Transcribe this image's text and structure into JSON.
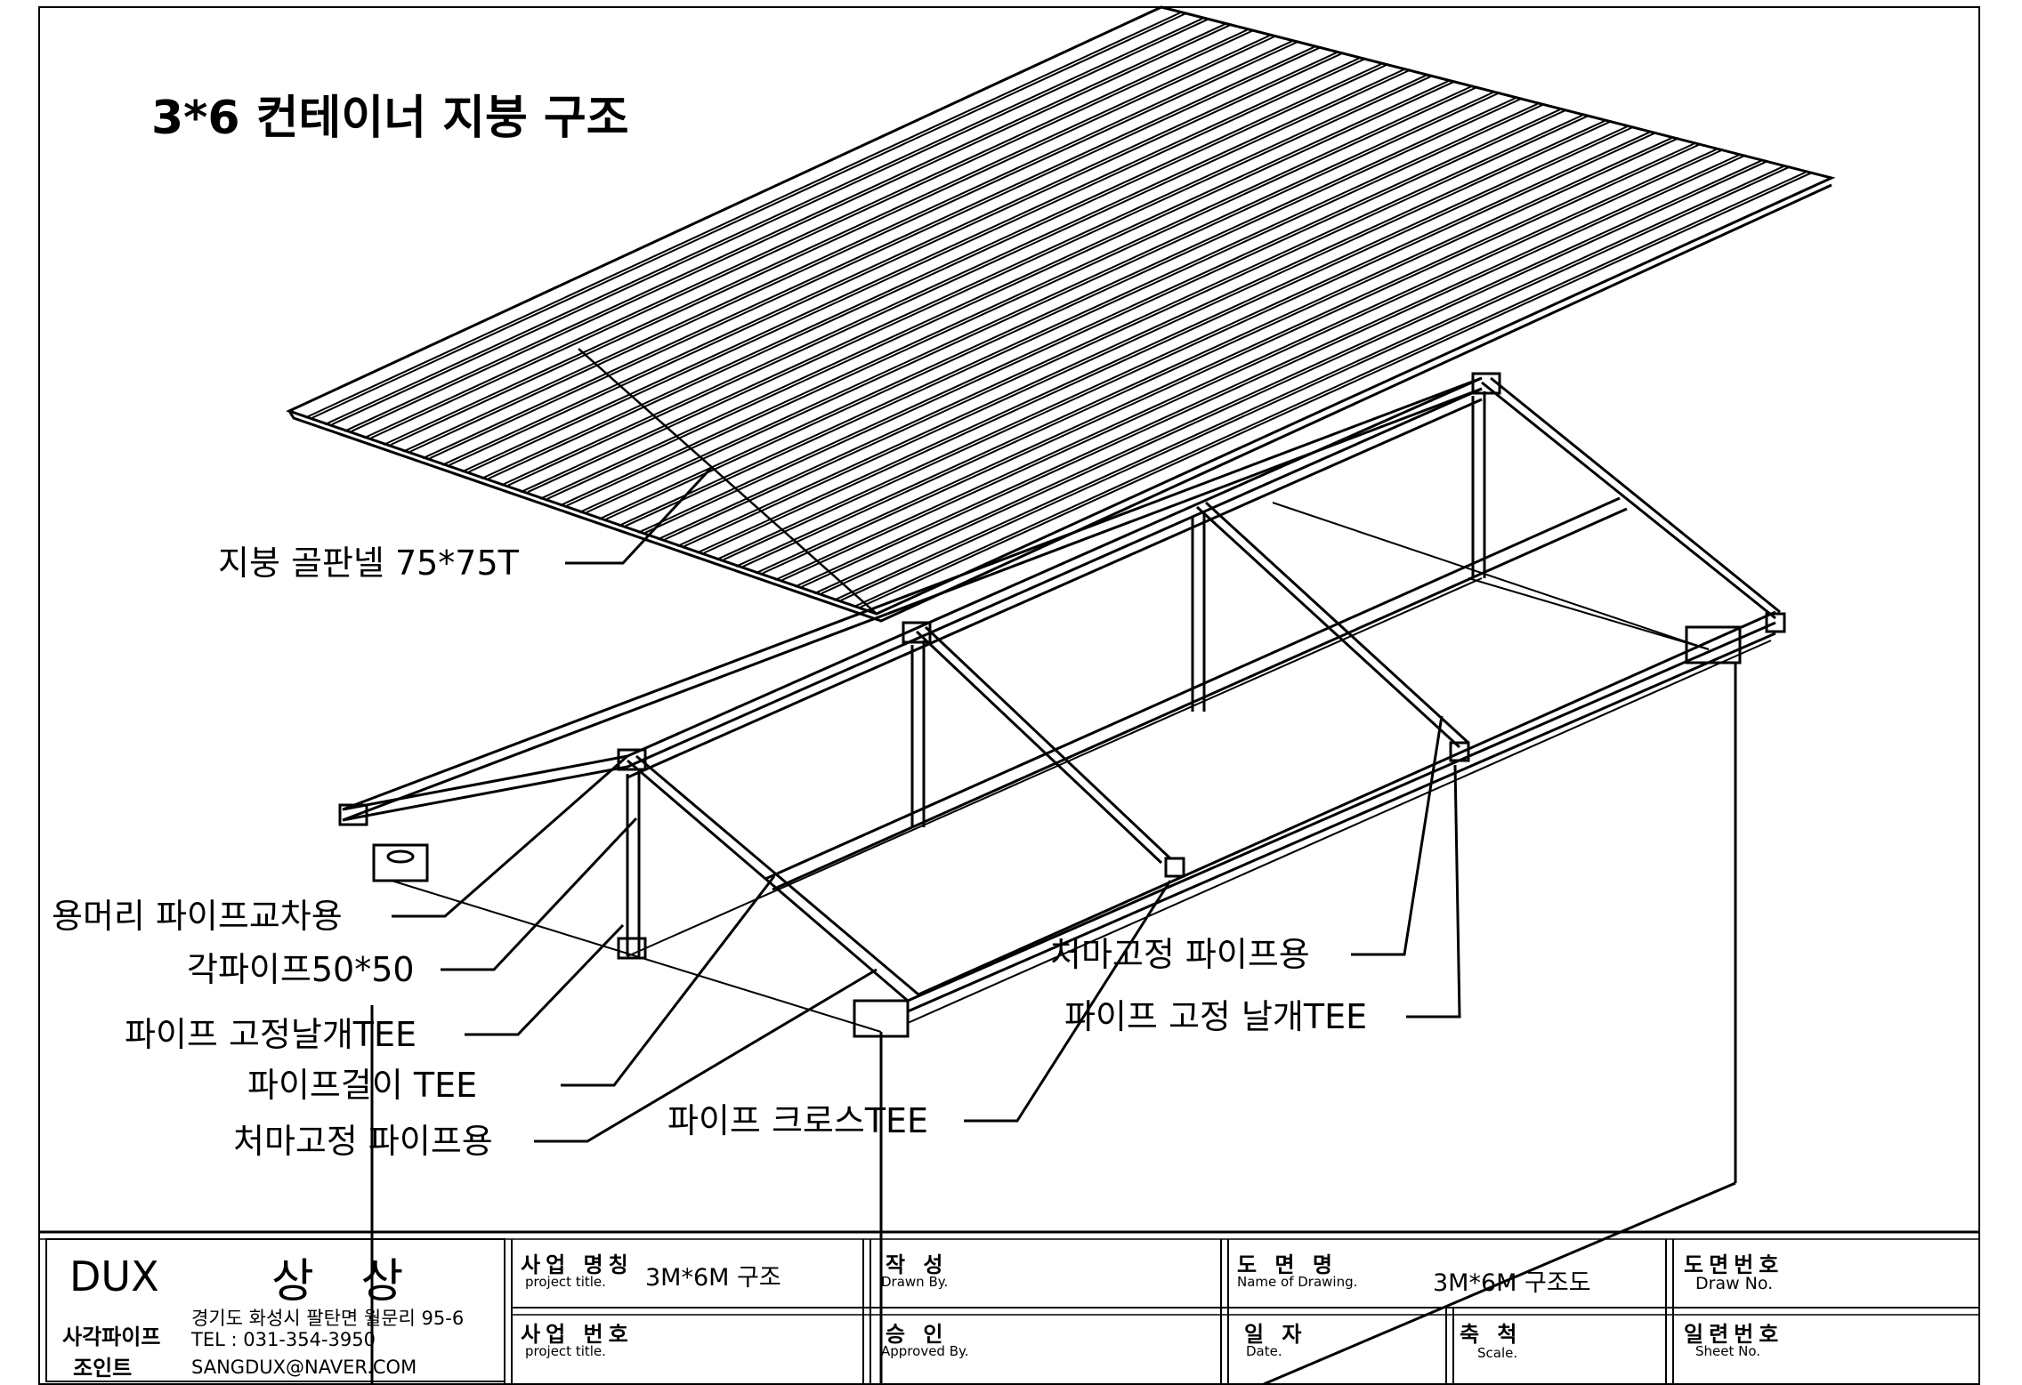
{
  "title": "3*6 컨테이너 지붕 구조",
  "callouts": {
    "roof_panel": "지붕 골판넬 75*75T",
    "ridge_cross": "용머리 파이프교차용",
    "square_pipe": "각파이프50*50",
    "wing_tee_left": "파이프 고정날개TEE",
    "hanger_tee": "파이프걸이 TEE",
    "eave_left": "처마고정 파이프용",
    "cross_tee": "파이프 크로스TEE",
    "eave_right": "처마고정 파이프용",
    "wing_tee_right": "파이프 고정 날개TEE"
  },
  "title_block": {
    "company_brand": "DUX",
    "company_name": "상 상",
    "company_product_line1": "사각파이프",
    "company_product_line2": "조인트",
    "address": "경기도 화성시 팔탄면 월문리 95-6",
    "tel": "TEL : 031-354-3950",
    "email": "SANGDUX@NAVER.COM",
    "project_name_label": "사업 명칭",
    "project_name_sub": "project title.",
    "project_name_value": "3M*6M  구조",
    "project_no_label": "사업 번호",
    "project_no_sub": "project title.",
    "drawn_label": "작  성",
    "drawn_sub": "Drawn By.",
    "approved_label": "승  인",
    "approved_sub": "Approved By.",
    "drawing_name_label": "도 면 명",
    "drawing_name_sub": "Name of Drawing.",
    "drawing_name_value": "3M*6M  구조도",
    "date_label": "일 자",
    "date_sub": "Date.",
    "scale_label": "축 척",
    "scale_sub": "Scale.",
    "draw_no_label": "도면번호",
    "draw_no_sub": "Draw No.",
    "sheet_no_label": "일련번호",
    "sheet_no_sub": "Sheet No."
  }
}
